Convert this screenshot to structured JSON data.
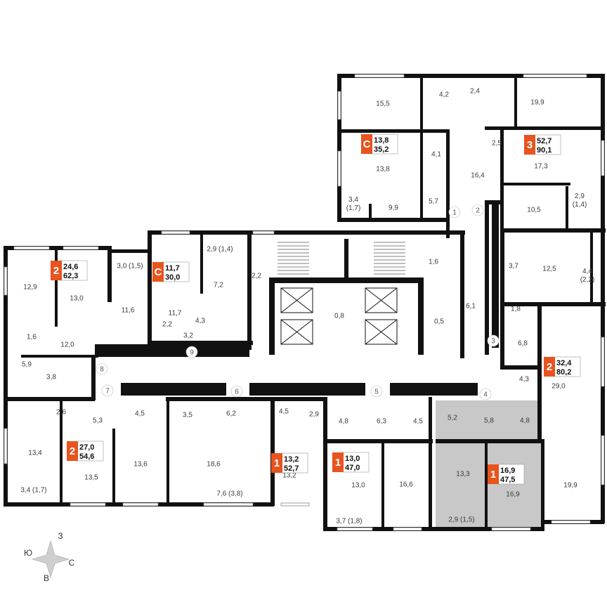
{
  "floor_plan": {
    "rooms": [
      {
        "label": "15,5"
      },
      {
        "label": "4,2"
      },
      {
        "label": "2,4"
      },
      {
        "label": "19,9"
      },
      {
        "label": "13,8"
      },
      {
        "label": "4,1"
      },
      {
        "label": "2,5"
      },
      {
        "label": "17,3"
      },
      {
        "label": "16,4"
      },
      {
        "label": "9,9"
      },
      {
        "label": "5,7"
      },
      {
        "label": "3,4\n(1,7)"
      },
      {
        "label": "10,5"
      },
      {
        "label": "2,9\n(1,4)"
      },
      {
        "label": "2,9 (1,4)"
      },
      {
        "label": "2,2"
      },
      {
        "label": "1,6"
      },
      {
        "label": "3,7"
      },
      {
        "label": "12,5"
      },
      {
        "label": "4,4\n(2,2)"
      },
      {
        "label": "12,9"
      },
      {
        "label": "13,0"
      },
      {
        "label": "3,0 (1,5)"
      },
      {
        "label": "7,2"
      },
      {
        "label": "11,7"
      },
      {
        "label": "11,6"
      },
      {
        "label": "0,8"
      },
      {
        "label": "6,1"
      },
      {
        "label": "1,8"
      },
      {
        "label": "0,5"
      },
      {
        "label": "4,3"
      },
      {
        "label": "2,2"
      },
      {
        "label": "3,2"
      },
      {
        "label": "1,6"
      },
      {
        "label": "12,0"
      },
      {
        "label": "6,8"
      },
      {
        "label": "5,9"
      },
      {
        "label": "3,8"
      },
      {
        "label": "4,3"
      },
      {
        "label": "29,0"
      },
      {
        "label": "2,6"
      },
      {
        "label": "5,3"
      },
      {
        "label": "4,5"
      },
      {
        "label": "3,5"
      },
      {
        "label": "6,2"
      },
      {
        "label": "4,5"
      },
      {
        "label": "2,9"
      },
      {
        "label": "4,8"
      },
      {
        "label": "6,3"
      },
      {
        "label": "4,5"
      },
      {
        "label": "5,2"
      },
      {
        "label": "5,8"
      },
      {
        "label": "4,8"
      },
      {
        "label": "13,4"
      },
      {
        "label": "13,5"
      },
      {
        "label": "13,6"
      },
      {
        "label": "18,6"
      },
      {
        "label": "13,2"
      },
      {
        "label": "13,0"
      },
      {
        "label": "16,6"
      },
      {
        "label": "13,3"
      },
      {
        "label": "16,9"
      },
      {
        "label": "19,9"
      },
      {
        "label": "3,4 (1,7)"
      },
      {
        "label": "7,6 (3,8)"
      },
      {
        "label": "3,7 (1,8)"
      },
      {
        "label": "2,9 (1,5)"
      }
    ],
    "door_numbers": [
      "1",
      "2",
      "3",
      "4",
      "5",
      "6",
      "7",
      "8",
      "9"
    ],
    "apartments": [
      {
        "rooms": "С",
        "living": "13,8",
        "total": "35,2"
      },
      {
        "rooms": "3",
        "living": "52,7",
        "total": "90,1"
      },
      {
        "rooms": "2",
        "living": "24,6",
        "total": "62,3"
      },
      {
        "rooms": "С",
        "living": "11,7",
        "total": "30,0"
      },
      {
        "rooms": "2",
        "living": "32,4",
        "total": "80,2"
      },
      {
        "rooms": "2",
        "living": "27,0",
        "total": "54,6"
      },
      {
        "rooms": "1",
        "living": "13,2",
        "total": "52,7"
      },
      {
        "rooms": "1",
        "living": "13,0",
        "total": "47,0"
      },
      {
        "rooms": "1",
        "living": "16,9",
        "total": "47,5",
        "highlighted": true
      }
    ],
    "compass": {
      "north": "З",
      "east": "С",
      "south": "В",
      "west": "Ю"
    },
    "colors": {
      "badge": "#e8531e",
      "wall": "#111111",
      "highlight": "#c8c8c8"
    }
  }
}
